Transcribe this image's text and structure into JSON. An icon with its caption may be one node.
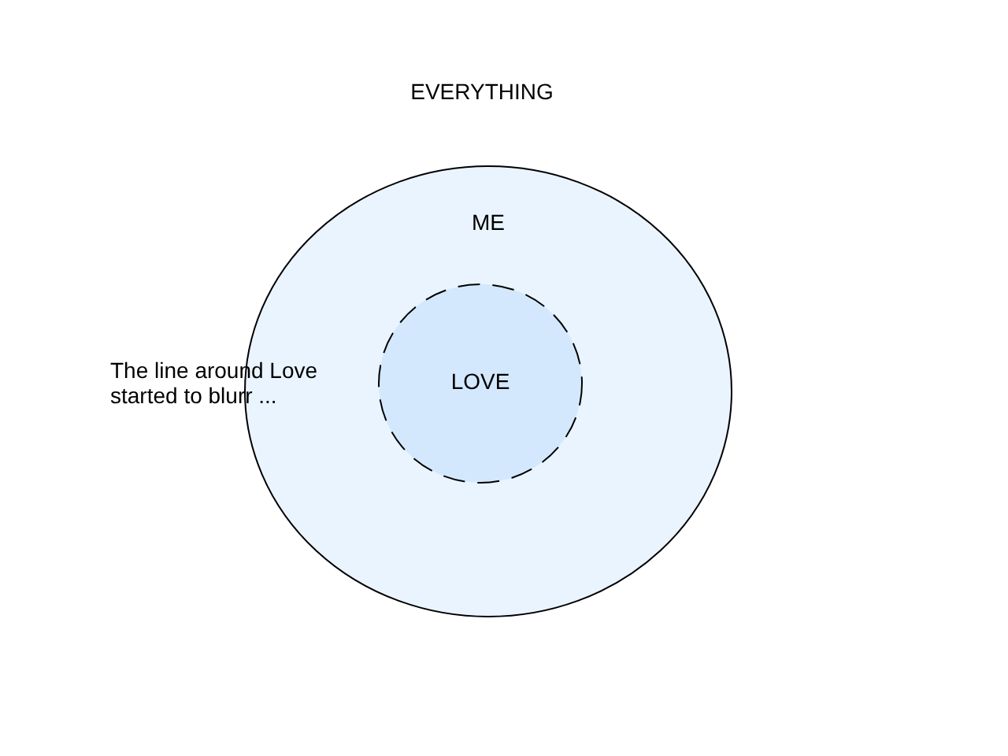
{
  "diagram": {
    "title": "EVERYTHING",
    "nodes": [
      {
        "text": [
          "ME"
        ]
      },
      {
        "text": [
          "LOVE"
        ],
        "in": 0
      }
    ],
    "labels": [
      "The line around Love started to blurr ..."
    ]
  }
}
